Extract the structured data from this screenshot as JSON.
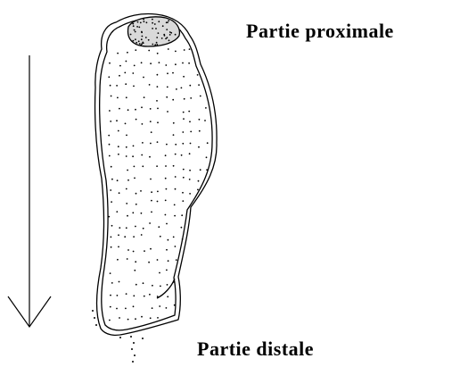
{
  "labels": {
    "proximal": "Partie proximale",
    "distal": "Partie distale"
  },
  "arrow": {
    "direction": "down"
  },
  "colors": {
    "ink": "#000000",
    "background": "#ffffff",
    "cap_fill": "#bdbdbd"
  }
}
